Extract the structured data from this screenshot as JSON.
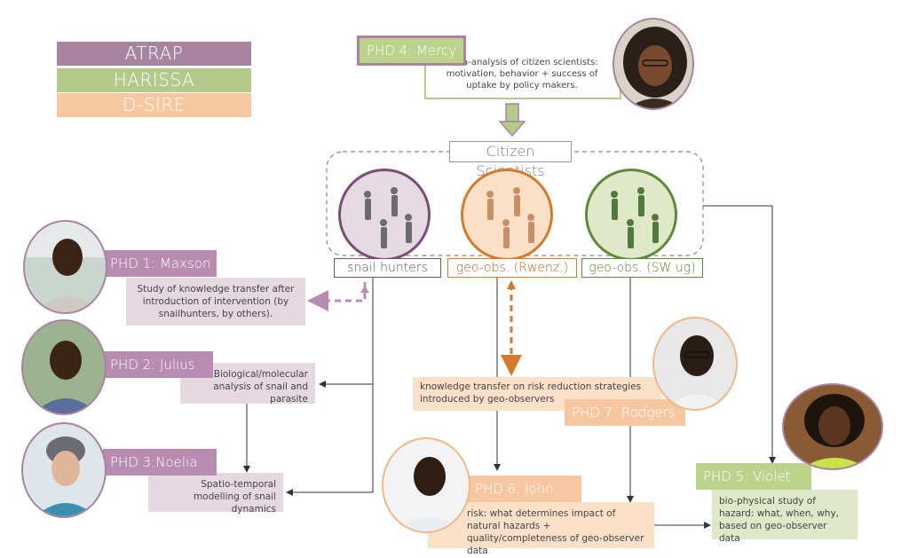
{
  "legend": {
    "atrap": "ATRAP",
    "harissa": "HARISSA",
    "dsire": "D-SIRE"
  },
  "colors": {
    "atrap": "#a984a0",
    "harissa": "#b4c98a",
    "dsire": "#f6c8a0",
    "mauve_dark": "#7a4f74",
    "orange_dark": "#d37a2e",
    "green_dark": "#5f8a3c"
  },
  "phd4": {
    "label": "PHD 4: Mercy",
    "desc": "Meta-analysis of citizen scientists: motivation, behavior + success of uptake by policy makers."
  },
  "citizen": {
    "title": "Citizen Scientists"
  },
  "groups": [
    {
      "name": "snail hunters"
    },
    {
      "name": "geo-obs. (Rwenz.)"
    },
    {
      "name": "geo-obs. (SW ug)"
    }
  ],
  "phd1": {
    "label": "PHD 1: Maxson",
    "desc": "Study of knowledge transfer after introduction of intervention (by snailhunters, by others)."
  },
  "phd2": {
    "label": "PHD 2: Julius",
    "desc": "Biological/molecular analysis of snail and parasite"
  },
  "phd3": {
    "label": "PHD 3:Noelia",
    "desc": "Spatio-temporal modelling of snail dynamics"
  },
  "phd7": {
    "label": "PHD 7: Rodgers",
    "desc": "knowledge transfer on risk reduction strategies introduced by geo-observers"
  },
  "phd6": {
    "label": "PHD 6: John",
    "desc": "risk: what determines impact of natural hazards + quality/completeness of geo-observer data"
  },
  "phd5": {
    "label": "PHD 5: Violet",
    "desc": "bio-physical study of hazard: what, when, why, based on geo-observer data"
  }
}
